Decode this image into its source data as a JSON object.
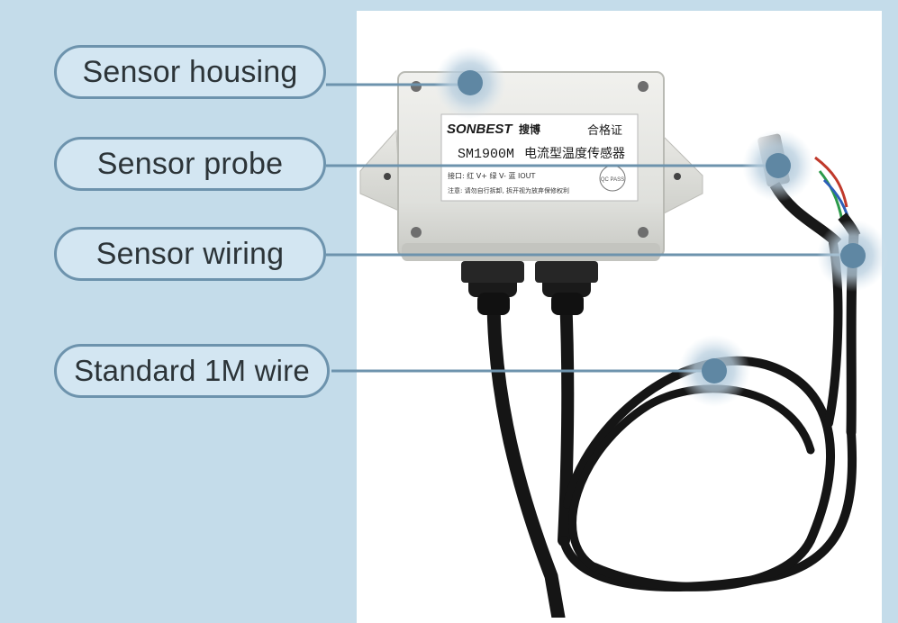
{
  "callouts": [
    {
      "label": "Sensor housing"
    },
    {
      "label": "Sensor probe"
    },
    {
      "label": "Sensor wiring"
    },
    {
      "label": "Standard 1M wire"
    }
  ],
  "device": {
    "brand": "SONBEST",
    "brand_cn": "搜博",
    "qualified": "合格证",
    "model": "SM1900M",
    "model_name": "电流型温度传感器",
    "interface_line": "接口: 红 V+   绿 V-  蓝 IOUT",
    "note_line": "注意: 请勿自行拆卸, 拆开视为放弃保修权利",
    "qc_stamp": "QC PASS"
  },
  "colors": {
    "background": "#c4dcea",
    "pill_border": "#6d93ad",
    "leader_line": "#6d93ad",
    "marker": "#5f87a3"
  }
}
